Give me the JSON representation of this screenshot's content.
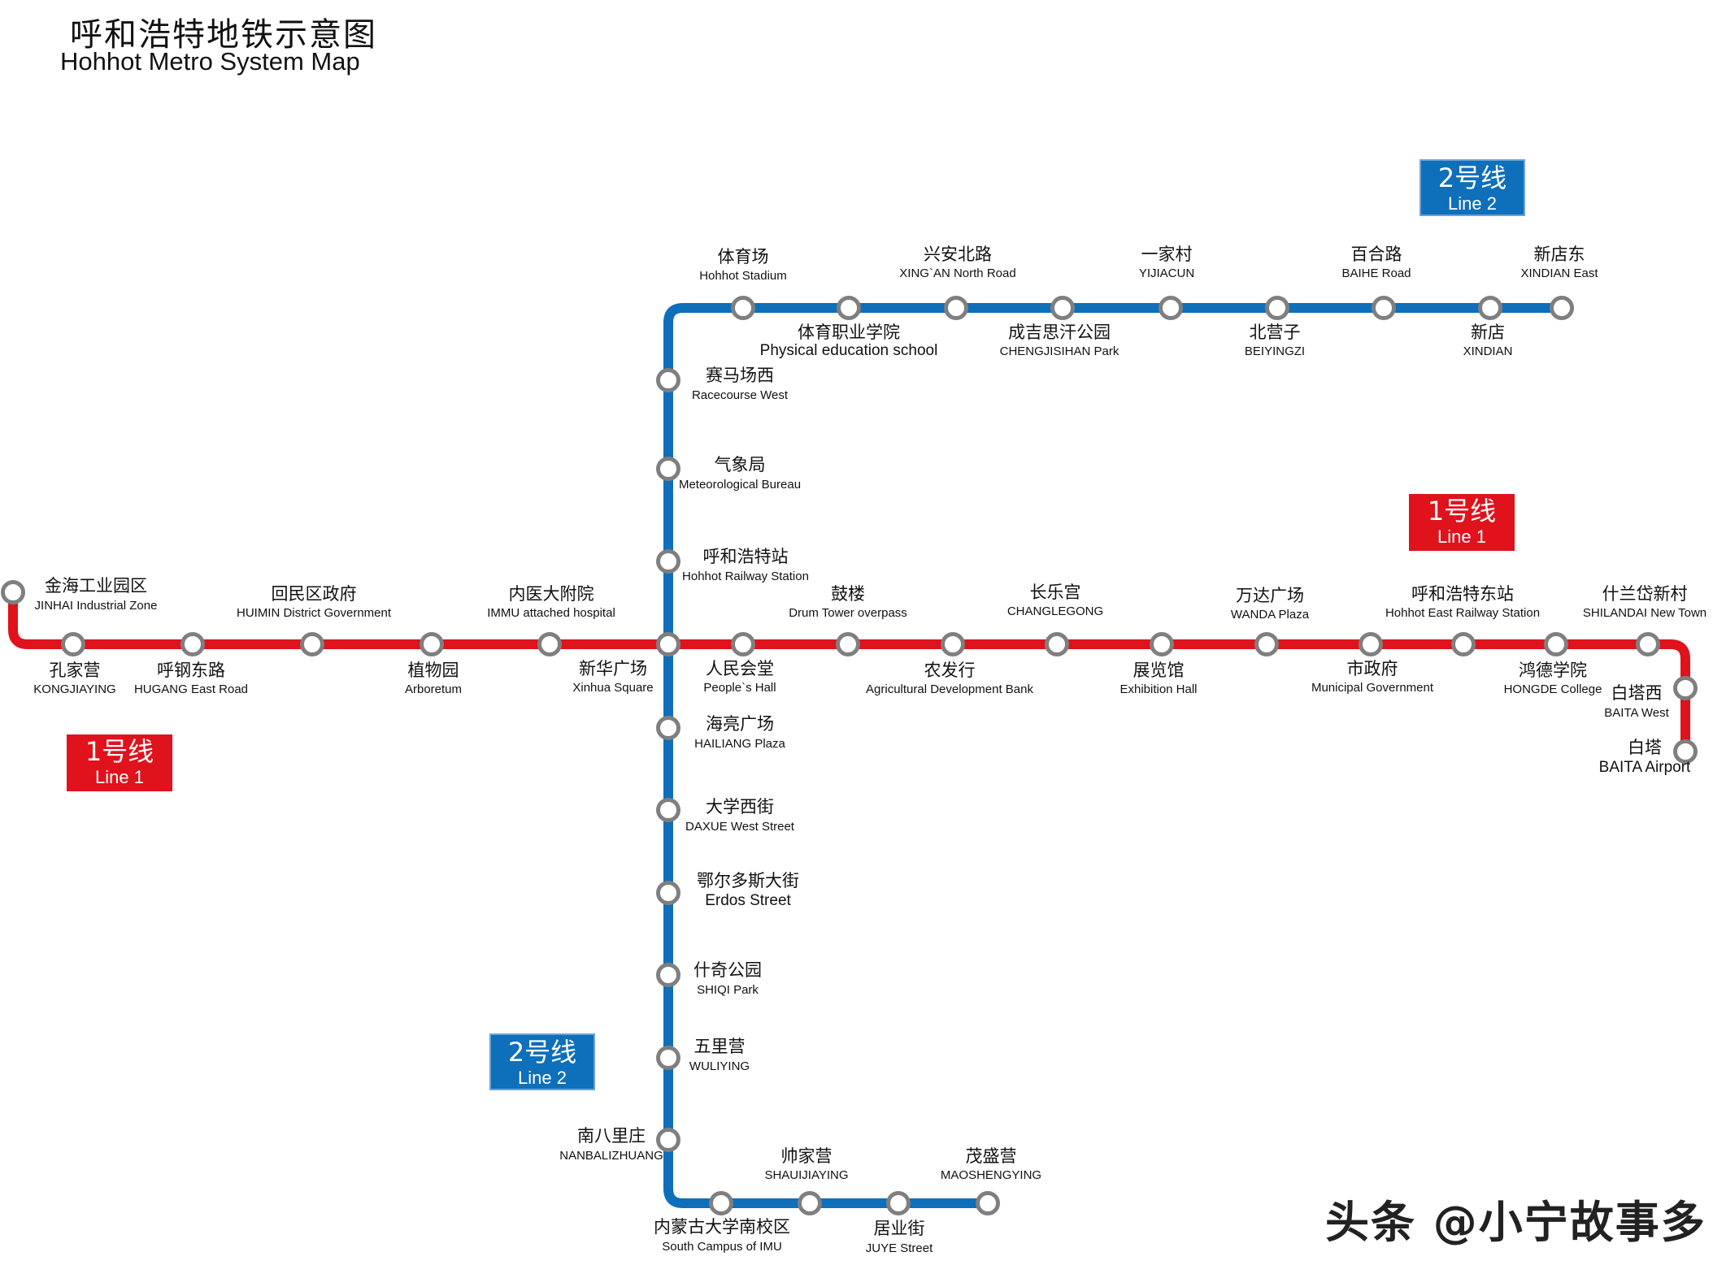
{
  "title": {
    "cn": "呼和浩特地铁示意图",
    "en": "Hohhot Metro System Map"
  },
  "watermark": "头条 @小宁故事多",
  "badges": [
    {
      "id": "line2-top",
      "cn": "2号线",
      "en": "Line 2",
      "color": "#0e6fba"
    },
    {
      "id": "line1-right",
      "cn": "1号线",
      "en": "Line 1",
      "color": "#e0121b"
    },
    {
      "id": "line1-left",
      "cn": "1号线",
      "en": "Line 1",
      "color": "#e0121b"
    },
    {
      "id": "line2-bottom",
      "cn": "2号线",
      "en": "Line 2",
      "color": "#0e6fba"
    }
  ],
  "lines": {
    "line1": {
      "color": "#e0121b",
      "stations": [
        {
          "cn": "金海工业园区",
          "en": "JINHAI Industrial Zone"
        },
        {
          "cn": "孔家营",
          "en": "KONGJIAYING"
        },
        {
          "cn": "呼钢东路",
          "en": "HUGANG East Road"
        },
        {
          "cn": "回民区政府",
          "en": "HUIMIN District Government"
        },
        {
          "cn": "植物园",
          "en": "Arboretum"
        },
        {
          "cn": "内医大附院",
          "en": "IMMU attached hospital"
        },
        {
          "cn": "新华广场",
          "en": "Xinhua Square"
        },
        {
          "cn": "人民会堂",
          "en": "People`s Hall"
        },
        {
          "cn": "鼓楼",
          "en": "Drum Tower overpass"
        },
        {
          "cn": "农发行",
          "en": "Agricultural Development Bank"
        },
        {
          "cn": "长乐宫",
          "en": "CHANGLEGONG"
        },
        {
          "cn": "展览馆",
          "en": "Exhibition Hall"
        },
        {
          "cn": "万达广场",
          "en": "WANDA Plaza"
        },
        {
          "cn": "市政府",
          "en": "Municipal Government"
        },
        {
          "cn": "呼和浩特东站",
          "en": "Hohhot East Railway Station"
        },
        {
          "cn": "鸿德学院",
          "en": "HONGDE College"
        },
        {
          "cn": "什兰岱新村",
          "en": "SHILANDAI New Town"
        },
        {
          "cn": "白塔西",
          "en": "BAITA West"
        },
        {
          "cn": "白塔",
          "en": "BAITA Airport"
        }
      ]
    },
    "line2": {
      "color": "#0e6fba",
      "stations": [
        {
          "cn": "新店东",
          "en": "XINDIAN East"
        },
        {
          "cn": "新店",
          "en": "XINDIAN"
        },
        {
          "cn": "百合路",
          "en": "BAIHE Road"
        },
        {
          "cn": "北营子",
          "en": "BEIYINGZI"
        },
        {
          "cn": "一家村",
          "en": "YIJIACUN"
        },
        {
          "cn": "成吉思汗公园",
          "en": "CHENGJISIHAN Park"
        },
        {
          "cn": "兴安北路",
          "en": "XING`AN North Road"
        },
        {
          "cn": "体育职业学院",
          "en": "Physical education school"
        },
        {
          "cn": "体育场",
          "en": "Hohhot Stadium"
        },
        {
          "cn": "赛马场西",
          "en": "Racecourse West"
        },
        {
          "cn": "气象局",
          "en": "Meteorological Bureau"
        },
        {
          "cn": "呼和浩特站",
          "en": "Hohhot Railway Station"
        },
        {
          "cn": "海亮广场",
          "en": "HAILIANG Plaza"
        },
        {
          "cn": "大学西街",
          "en": "DAXUE West Street"
        },
        {
          "cn": "鄂尔多斯大街",
          "en": "Erdos Street"
        },
        {
          "cn": "什奇公园",
          "en": "SHIQI Park"
        },
        {
          "cn": "五里营",
          "en": "WULIYING"
        },
        {
          "cn": "南八里庄",
          "en": "NANBALIZHUANG"
        },
        {
          "cn": "内蒙古大学南校区",
          "en": "South Campus of IMU"
        },
        {
          "cn": "帅家营",
          "en": "SHAUIJIAYING"
        },
        {
          "cn": "居业街",
          "en": "JUYE Street"
        },
        {
          "cn": "茂盛营",
          "en": "MAOSHENGYING"
        }
      ]
    }
  }
}
